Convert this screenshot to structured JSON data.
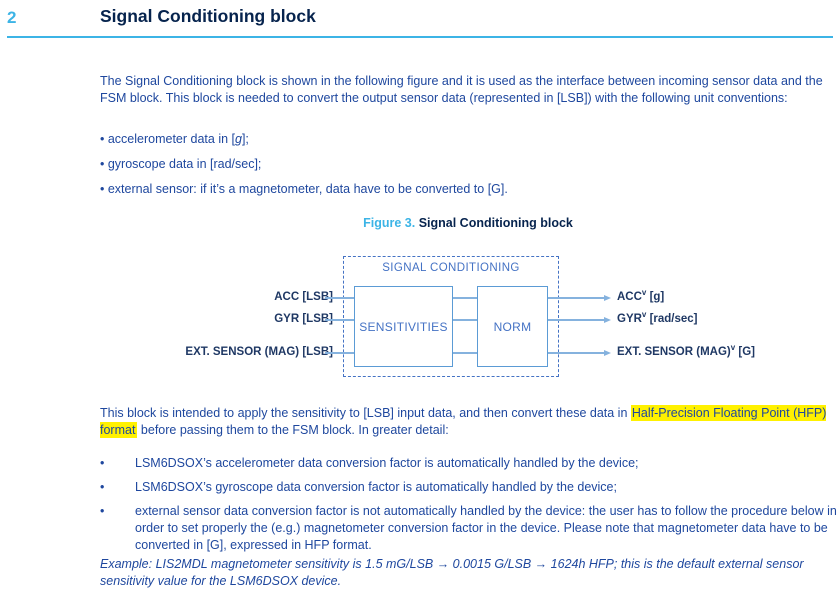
{
  "header": {
    "section_number": "2",
    "section_title": "Signal Conditioning block"
  },
  "intro": {
    "paragraph": "The Signal Conditioning block is shown in the following figure and it is used as the interface between incoming sensor data and the FSM block. This block is needed to convert the output sensor data (represented in [LSB]) with the following unit conventions:",
    "bullets": [
      {
        "before": "• accelerometer data in [",
        "em": "g",
        "after": "];"
      },
      {
        "before": "• gyroscope data in [rad/sec];",
        "em": "",
        "after": ""
      },
      {
        "before": "• external sensor: if it’s a magnetometer, data have to be converted to [G].",
        "em": "",
        "after": ""
      }
    ]
  },
  "figure": {
    "label": "Figure 3.",
    "title": "Signal Conditioning block",
    "diagram": {
      "container_label": "SIGNAL CONDITIONING",
      "blocks": [
        "SENSITIVITIES",
        "NORM"
      ],
      "inputs": [
        "ACC [LSB]",
        "GYR [LSB]",
        "EXT. SENSOR (MAG) [LSB]"
      ],
      "outputs": [
        {
          "name": "ACC",
          "sup": "v",
          "unit": " [g]"
        },
        {
          "name": "GYR",
          "sup": "v",
          "unit": " [rad/sec]"
        },
        {
          "name": "EXT. SENSOR (MAG)",
          "sup": "v",
          "unit": " [G]"
        }
      ]
    }
  },
  "detail": {
    "before_highlight": "This block is intended to apply the sensitivity to [LSB] input data, and then convert these data in ",
    "highlight": "Half-Precision Floating Point (HFP) format",
    "after_highlight": " before passing them to the FSM block. In greater detail:",
    "bullet_char": "•",
    "bullets": [
      "LSM6DSOX’s accelerometer data conversion factor is automatically handled by the device;",
      "LSM6DSOX’s gyroscope data conversion factor is automatically handled by the device;",
      "external sensor data conversion factor is not automatically handled by the device: the user has to follow the procedure below in order to set properly the (e.g.) magnetometer conversion factor in the device. Please note that magnetometer data have to be converted in [G], expressed in HFP format."
    ]
  },
  "example": {
    "text": "Example: LIS2MDL magnetometer sensitivity is 1.5 mG/LSB → 0.0015 G/LSB → 1624h HFP; this is the default external sensor sensitivity value for the LSM6DSOX device."
  },
  "colors": {
    "accent_light_blue": "#3CB4E6",
    "heading_dark_blue": "#06234D",
    "body_text_blue": "#1E479E",
    "highlight_yellow": "#FFF100",
    "diagram_text_blue": "#4472C4",
    "diagram_box_border": "#5B9BD5",
    "diagram_wire_blue": "#85B2DE",
    "diagram_label_navy": "#1F3864"
  }
}
